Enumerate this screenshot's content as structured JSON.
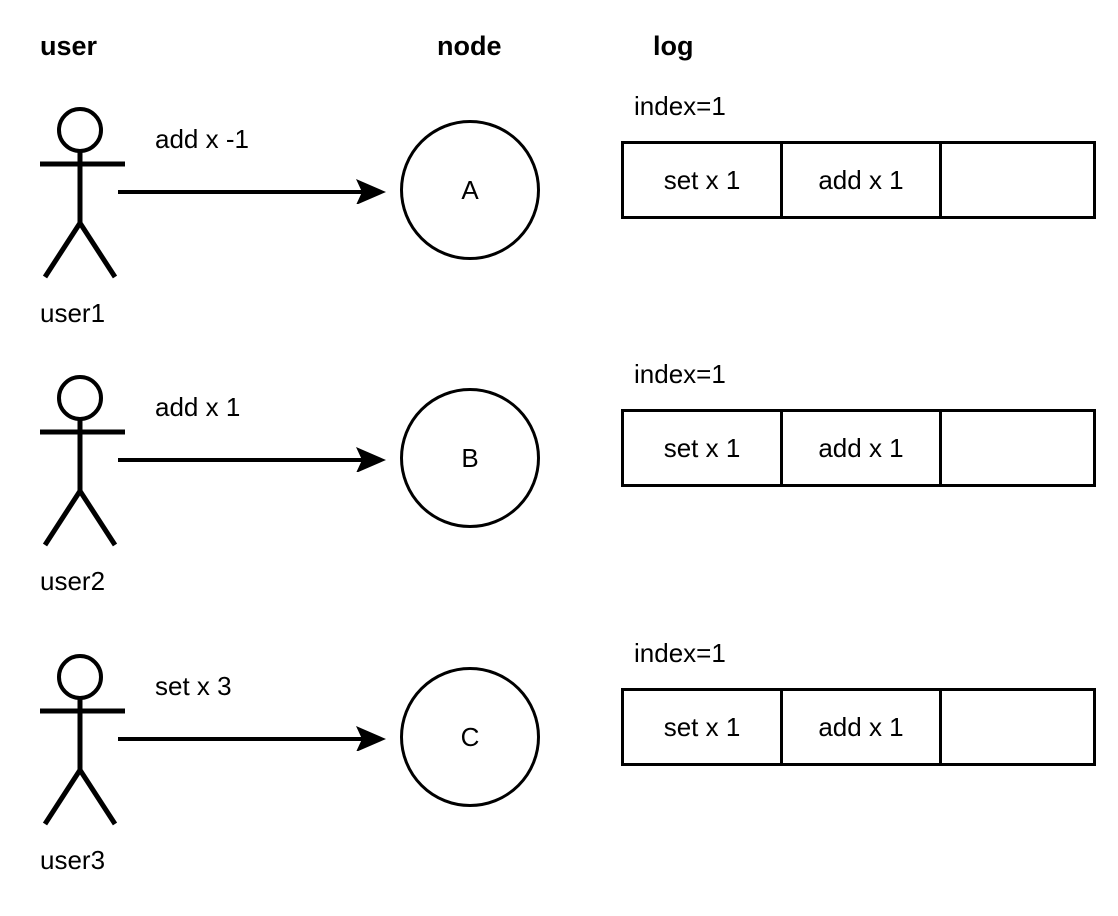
{
  "diagram": {
    "title_columns": [
      {
        "key": "user",
        "label": "user"
      },
      {
        "key": "node",
        "label": "node"
      },
      {
        "key": "log",
        "label": "log"
      }
    ],
    "stroke_color": "#000000",
    "background_color": "#ffffff",
    "rows": [
      {
        "actor_name": "user1",
        "actor_icon": "stick-figure-icon",
        "message": "add x -1",
        "arrow_icon": "arrow-right-icon",
        "node_label": "A",
        "log": {
          "index_text": "index=1",
          "entries": [
            "set x 1",
            "add x 1",
            ""
          ]
        }
      },
      {
        "actor_name": "user2",
        "actor_icon": "stick-figure-icon",
        "message": "add x 1",
        "arrow_icon": "arrow-right-icon",
        "node_label": "B",
        "log": {
          "index_text": "index=1",
          "entries": [
            "set x 1",
            "add x 1",
            ""
          ]
        }
      },
      {
        "actor_name": "user3",
        "actor_icon": "stick-figure-icon",
        "message": "set x 3",
        "arrow_icon": "arrow-right-icon",
        "node_label": "C",
        "log": {
          "index_text": "index=1",
          "entries": [
            "set x 1",
            "add x 1",
            ""
          ]
        }
      }
    ]
  }
}
